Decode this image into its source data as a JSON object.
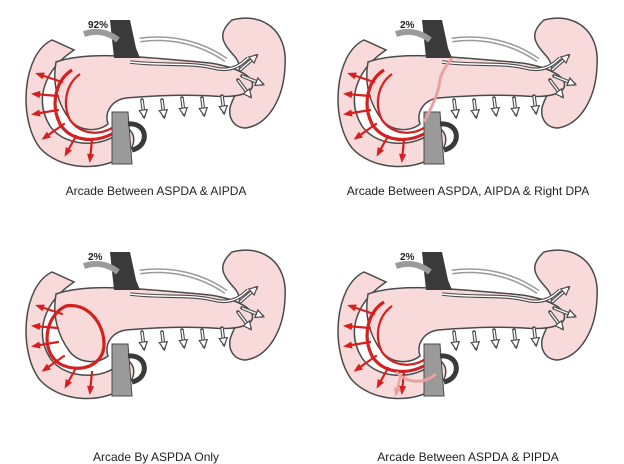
{
  "colors": {
    "tissue": "#f9dada",
    "outline": "#4a4a4a",
    "vessel_dark": "#3a3a3a",
    "vessel_grey": "#9a9a9a",
    "arcade_red": "#d42020",
    "arcade_faint": "#e8a0a0"
  },
  "panels": [
    {
      "percent": "92%",
      "caption": "Arcade Between ASPDA & AIPDA",
      "variant": "aspda-aipda",
      "icons": [
        "pancreas-icon",
        "spleen-icon",
        "duodenum-icon"
      ]
    },
    {
      "percent": "2%",
      "caption": "Arcade Between ASPDA,  AIPDA & Right DPA",
      "variant": "aspda-aipda-right-dpa",
      "icons": [
        "pancreas-icon",
        "spleen-icon",
        "duodenum-icon"
      ]
    },
    {
      "percent": "2%",
      "caption": "Arcade By ASPDA Only",
      "variant": "aspda-only",
      "icons": [
        "pancreas-icon",
        "spleen-icon",
        "duodenum-icon"
      ]
    },
    {
      "percent": "2%",
      "caption": "Arcade Between ASPDA & PIPDA",
      "variant": "aspda-pipda",
      "icons": [
        "pancreas-icon",
        "spleen-icon",
        "duodenum-icon"
      ]
    }
  ]
}
